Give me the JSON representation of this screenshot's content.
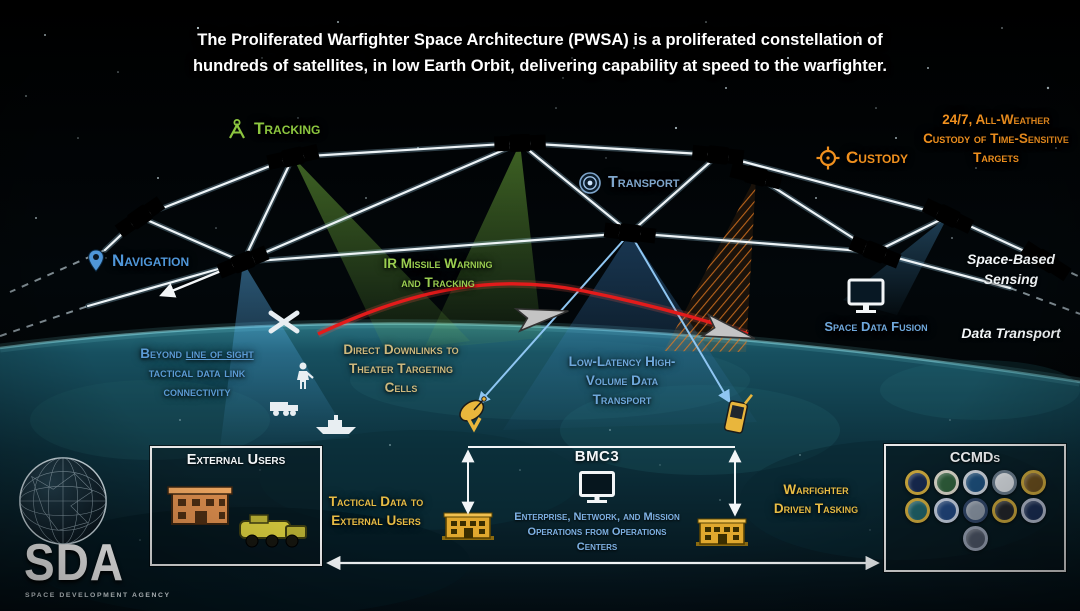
{
  "title": {
    "line1": "The Proliferated Warfighter Space Architecture (PWSA) is a proliferated constellation of",
    "line2": "hundreds of satellites, in low Earth Orbit, delivering capability at speed to the warfighter."
  },
  "layers": {
    "tracking": {
      "label": "Tracking",
      "color": "#8dc63f"
    },
    "navigation": {
      "label": "Navigation",
      "color": "#4f96d8"
    },
    "transport": {
      "label": "Transport",
      "color": "#7fa6cc"
    },
    "custody": {
      "label": "Custody",
      "color": "#f0901e"
    }
  },
  "annotations": {
    "custody_note": "24/7, All-Weather Custody of Time-Sensitive Targets",
    "space_based_sensing": "Space-Based Sensing",
    "data_transport": "Data Transport",
    "ir_missile_warning": "IR Missile Warning and Tracking",
    "beyond_los_pre": "Beyond ",
    "beyond_los_underlined": "line of sight",
    "beyond_los_post": " tactical data link connectivity",
    "direct_downlinks": "Direct Downlinks to Theater Targeting Cells",
    "low_latency": "Low-Latency High-Volume Data Transport",
    "space_data_fusion": "Space Data Fusion",
    "tactical_data_external": "Tactical Data to External Users",
    "warfighter_tasking": "Warfighter Driven Tasking"
  },
  "bottom": {
    "external_users_title": "External Users",
    "bmc3_title": "BMC3",
    "bmc3_subtitle": "Enterprise, Network, and Mission Operations from Operations Centers",
    "ccmds_title": "CCMDs",
    "ccmd_seals": [
      {
        "fill": "#16284e",
        "ring": "#c9a63c"
      },
      {
        "fill": "#2e5d3a",
        "ring": "#d8d5c8"
      },
      {
        "fill": "#1d4f7c",
        "ring": "#cdd5de"
      },
      {
        "fill": "#d8dde2",
        "ring": "#6a7c8c"
      },
      {
        "fill": "#6b4f1e",
        "ring": "#c9a63c"
      },
      {
        "fill": "#1e5f66",
        "ring": "#c9a63c"
      },
      {
        "fill": "#20457c",
        "ring": "#c3cdde"
      },
      {
        "fill": "#8d99a8",
        "ring": "#32486a"
      },
      {
        "fill": "#23262b",
        "ring": "#c9a63c"
      },
      {
        "fill": "#1b2f57",
        "ring": "#b4bdd0"
      },
      {
        "fill": "#4c5566",
        "ring": "#98a2b4"
      }
    ]
  },
  "logo": {
    "acronym": "SDA",
    "name": "SPACE DEVELOPMENT AGENCY"
  }
}
